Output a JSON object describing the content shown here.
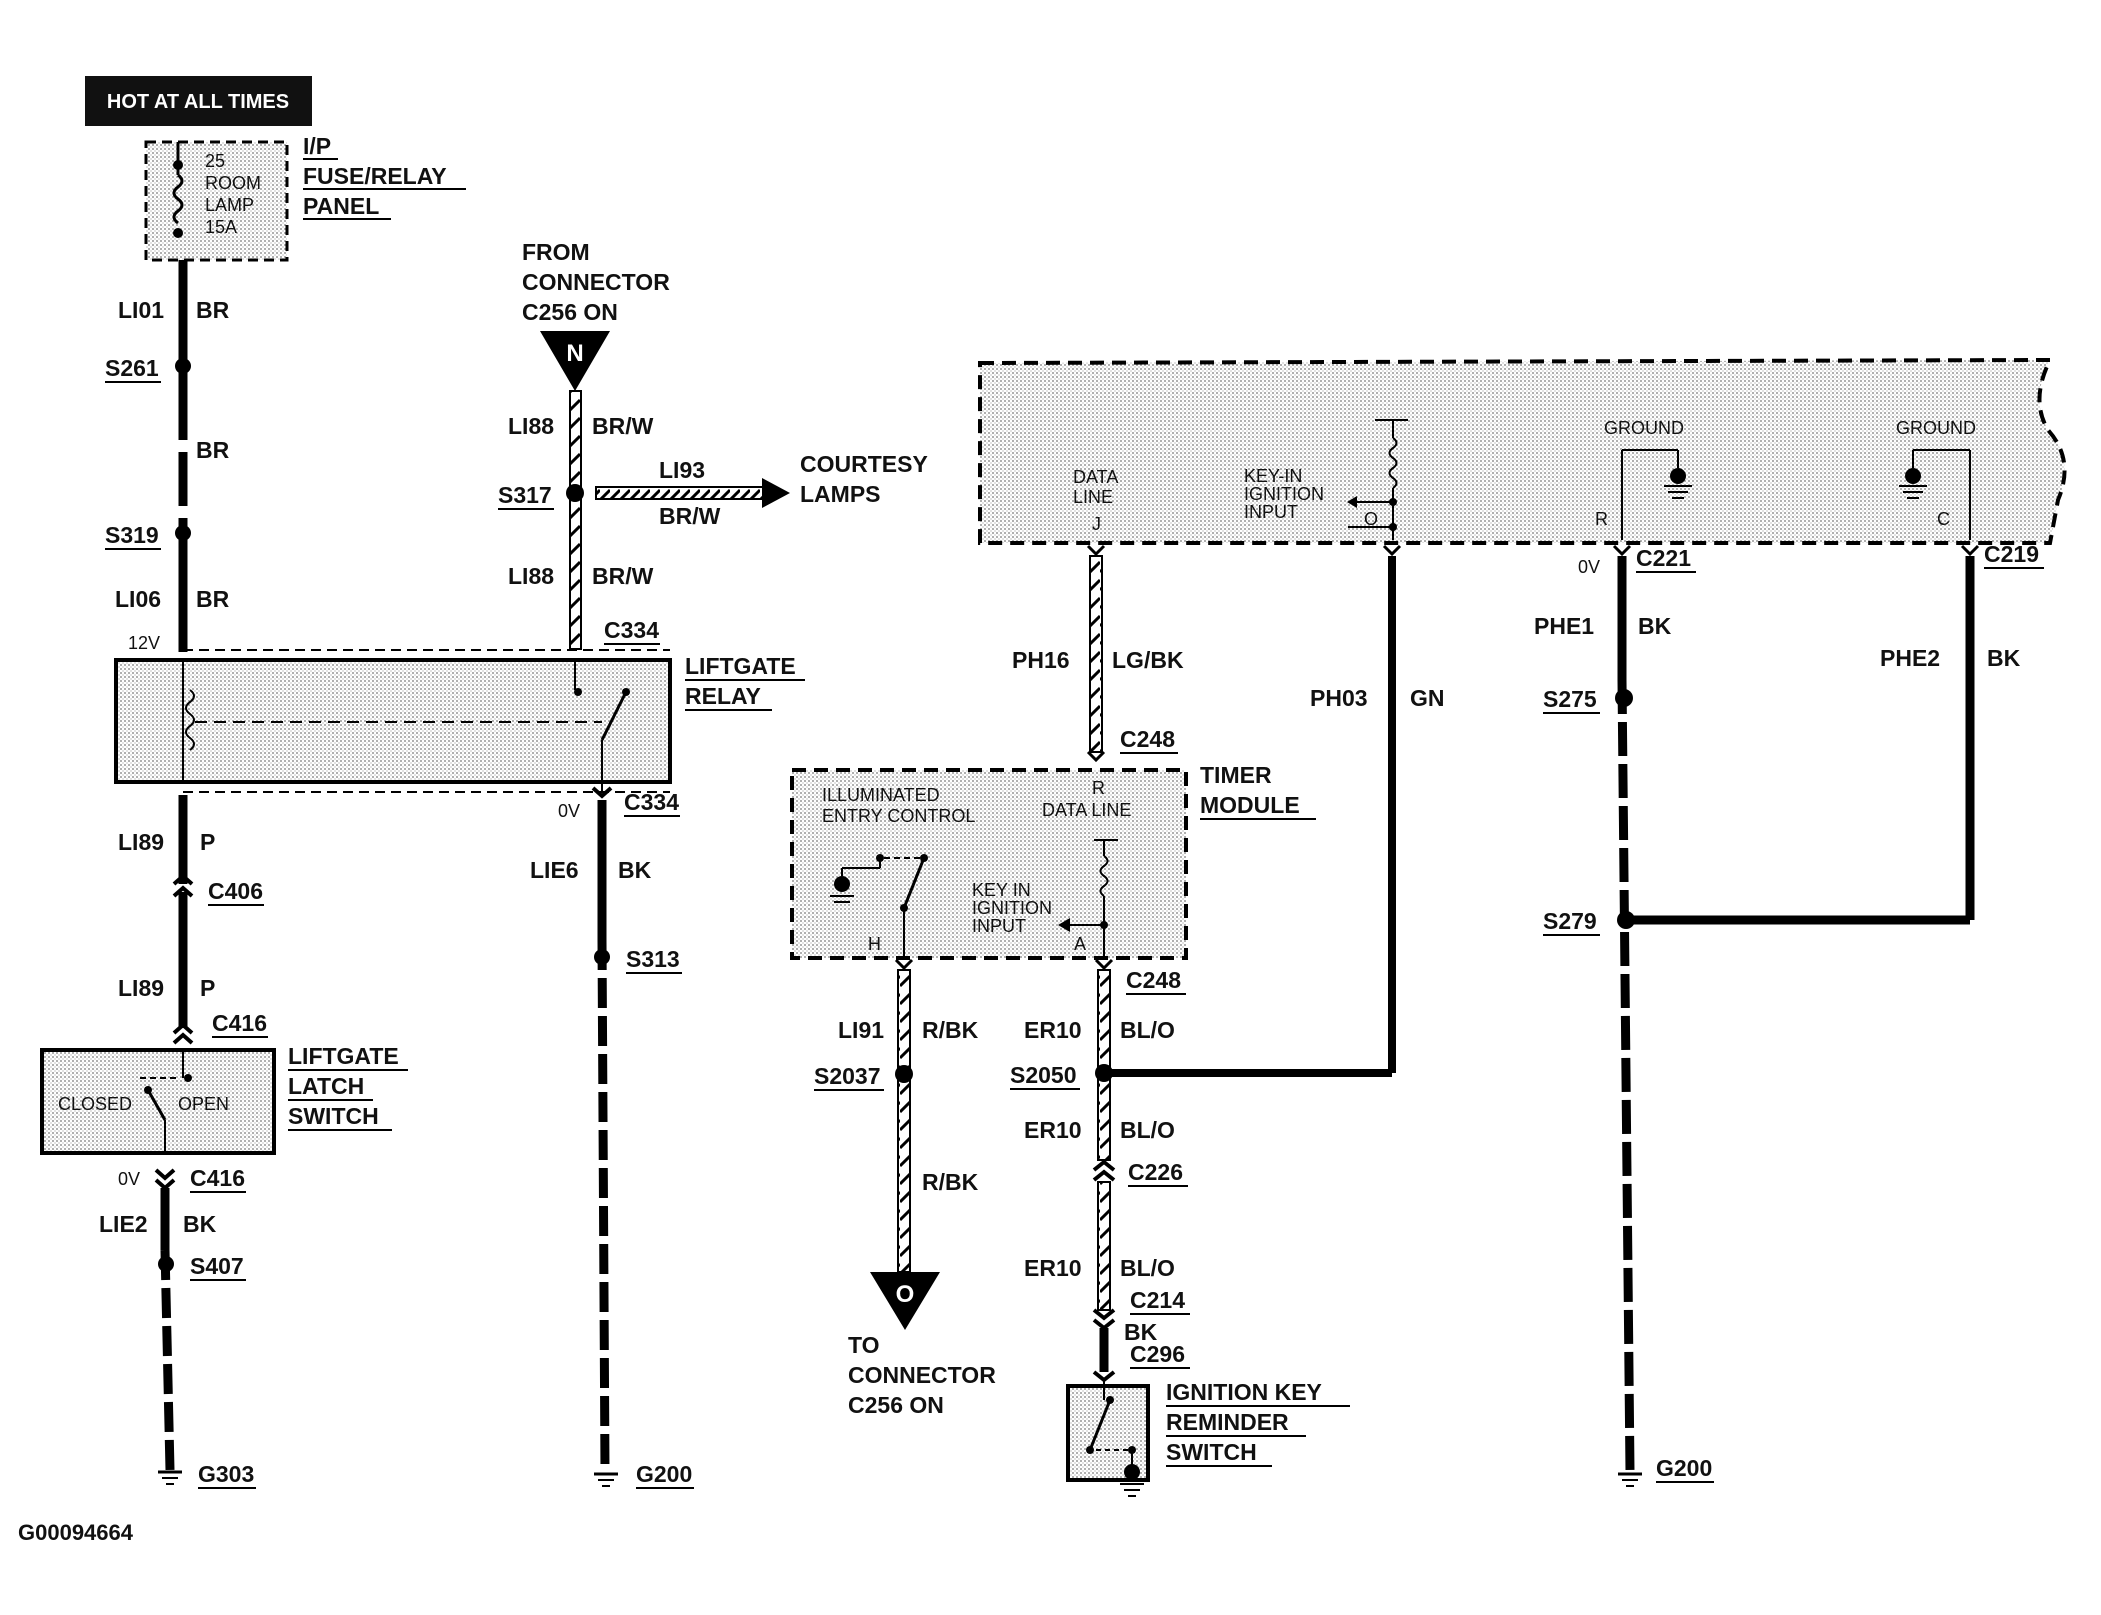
{
  "header": {
    "hot_label": "HOT AT ALL TIMES"
  },
  "fuse_panel": {
    "fuse_lines": [
      "25",
      "ROOM",
      "LAMP",
      "15A"
    ],
    "title_lines": [
      "I/P",
      "FUSE/RELAY",
      "PANEL"
    ]
  },
  "left_column": {
    "w1": {
      "circuit": "LI01",
      "color": "BR"
    },
    "s261": "S261",
    "w2_color": "BR",
    "s319": "S319",
    "w3": {
      "circuit": "LI06",
      "color": "BR"
    },
    "voltage_12v": "12V"
  },
  "from_connector": {
    "lines": [
      "FROM",
      "CONNECTOR",
      "C256 ON"
    ],
    "letter": "N"
  },
  "mid_column": {
    "w1": {
      "circuit": "LI88",
      "color": "BR/W"
    },
    "s317": "S317",
    "branch": {
      "circuit": "LI93",
      "color": "BR/W"
    },
    "courtesy_lines": [
      "COURTESY",
      "LAMPS"
    ],
    "w2": {
      "circuit": "LI88",
      "color": "BR/W"
    },
    "c334_top": "C334"
  },
  "relay": {
    "title_lines": [
      "LIFTGATE",
      "RELAY"
    ]
  },
  "relay_bottom": {
    "left_wire": {
      "circuit": "LI89",
      "color": "P"
    },
    "c406": "C406",
    "left_wire2": {
      "circuit": "LI89",
      "color": "P"
    },
    "c416_top": "C416",
    "right_voltage": "0V",
    "c334_bottom": "C334",
    "right_wire": {
      "circuit": "LIE6",
      "color": "BK"
    },
    "s313": "S313",
    "g200": "G200"
  },
  "latch_switch": {
    "closed": "CLOSED",
    "open": "OPEN",
    "title_lines": [
      "LIFTGATE",
      "LATCH",
      "SWITCH"
    ],
    "voltage": "0V",
    "c416_bottom": "C416",
    "wire": {
      "circuit": "LIE2",
      "color": "BK"
    },
    "s407": "S407",
    "g303": "G303"
  },
  "upper_module": {
    "data_line_lines": [
      "DATA",
      "LINE"
    ],
    "pin_j": "J",
    "key_in_lines": [
      "KEY-IN",
      "IGNITION",
      "INPUT"
    ],
    "pin_o": "O",
    "ground1": "GROUND",
    "pin_r": "R",
    "ground2": "GROUND",
    "pin_c": "C",
    "c221_voltage": "0V",
    "c221": "C221",
    "c219": "C219"
  },
  "ph_wires": {
    "ph16": {
      "circuit": "PH16",
      "color": "LG/BK"
    },
    "ph03": {
      "circuit": "PH03",
      "color": "GN"
    },
    "phe1": {
      "circuit": "PHE1",
      "color": "BK"
    },
    "phe2": {
      "circuit": "PHE2",
      "color": "BK"
    },
    "s275": "S275",
    "s279": "S279",
    "g200": "G200"
  },
  "timer_module": {
    "c248_top": "C248",
    "title_lines": [
      "TIMER",
      "MODULE"
    ],
    "iec_lines": [
      "ILLUMINATED",
      "ENTRY CONTROL"
    ],
    "pin_r": "R",
    "data_line": "DATA LINE",
    "key_in_lines": [
      "KEY IN",
      "IGNITION",
      "INPUT"
    ],
    "pin_h": "H",
    "pin_a": "A",
    "c248_bottom": "C248"
  },
  "timer_left": {
    "w1": {
      "circuit": "LI91",
      "color": "R/BK"
    },
    "s2037": "S2037",
    "w2_color": "R/BK",
    "to_letter": "O",
    "to_lines": [
      "TO",
      "CONNECTOR",
      "C256 ON"
    ]
  },
  "timer_right": {
    "w1": {
      "circuit": "ER10",
      "color": "BL/O"
    },
    "s2050": "S2050",
    "w2": {
      "circuit": "ER10",
      "color": "BL/O"
    },
    "c226": "C226",
    "w3": {
      "circuit": "ER10",
      "color": "BL/O"
    },
    "c214": "C214",
    "bk": "BK",
    "c296": "C296",
    "ign_title_lines": [
      "IGNITION KEY",
      "REMINDER",
      "SWITCH"
    ]
  },
  "figure_id": "G00094664"
}
